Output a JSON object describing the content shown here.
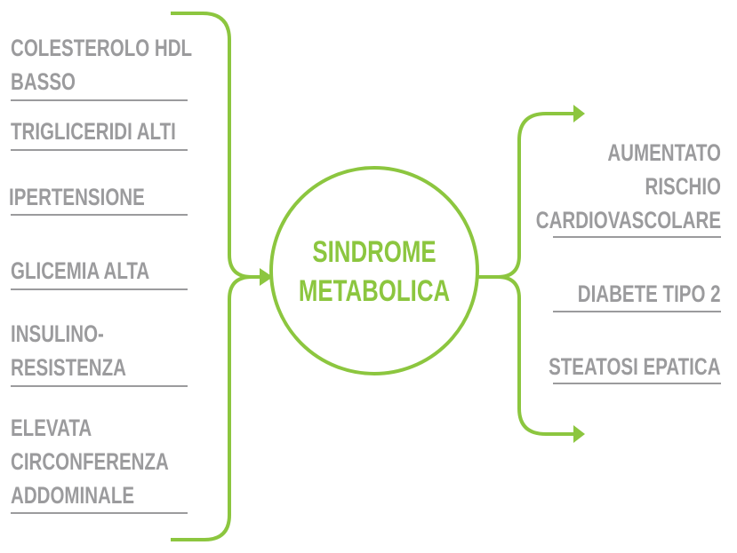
{
  "center": {
    "line1": "SINDROME",
    "line2": "METABOLICA"
  },
  "causes": [
    {
      "lines": [
        "COLESTEROLO HDL",
        "BASSO"
      ]
    },
    {
      "lines": [
        "TRIGLICERIDI ALTI"
      ]
    },
    {
      "lines": [
        "IPERTENSIONE"
      ]
    },
    {
      "lines": [
        "GLICEMIA ALTA"
      ]
    },
    {
      "lines": [
        "INSULINO-",
        "RESISTENZA"
      ]
    },
    {
      "lines": [
        "ELEVATA",
        "CIRCONFERENZA",
        "ADDOMINALE"
      ]
    }
  ],
  "consequences": [
    {
      "lines": [
        "AUMENTATO",
        "RISCHIO",
        "CARDIOVASCOLARE"
      ]
    },
    {
      "lines": [
        "DIABETE TIPO 2"
      ]
    },
    {
      "lines": [
        "STEATOSI EPATICA"
      ]
    }
  ],
  "colors": {
    "accent": "#8cc63f",
    "text": "#9b9b9d"
  }
}
